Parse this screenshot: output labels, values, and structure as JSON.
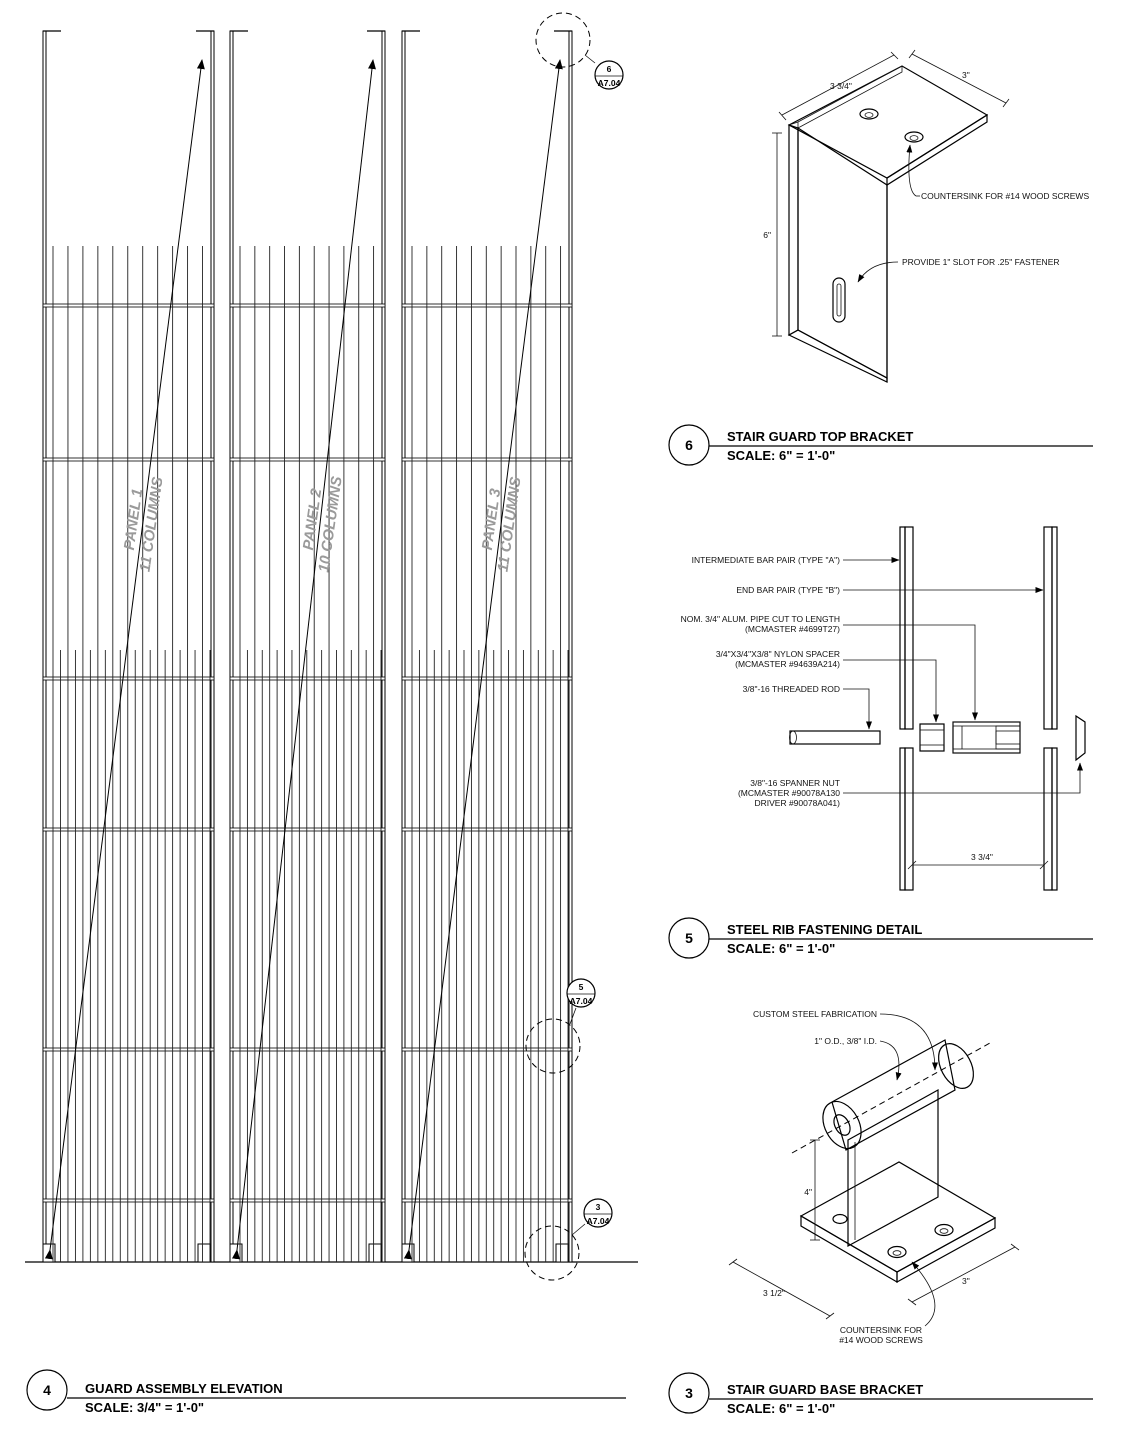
{
  "details": {
    "guard_assembly": {
      "number": "4",
      "title": "GUARD ASSEMBLY ELEVATION",
      "scale": "SCALE: 3/4\"   =   1'-0\"",
      "panels": [
        {
          "name": "PANEL 1",
          "columns": "11 COLUMNS"
        },
        {
          "name": "PANEL 2",
          "columns": "10 COLUMNS"
        },
        {
          "name": "PANEL 3",
          "columns": "11 COLUMNS"
        }
      ],
      "callouts": [
        {
          "number": "6",
          "sheet": "A7.04"
        },
        {
          "number": "5",
          "sheet": "A7.04"
        },
        {
          "number": "3",
          "sheet": "A7.04"
        }
      ]
    },
    "top_bracket": {
      "number": "6",
      "title": "STAIR GUARD TOP BRACKET",
      "scale": "SCALE: 6\"      =     1'-0\"",
      "dim_length": "3 3/4\"",
      "dim_width": "3\"",
      "dim_height": "6\"",
      "note_countersink": "COUNTERSINK FOR #14 WOOD SCREWS",
      "note_slot": "PROVIDE 1\" SLOT FOR .25\" FASTENER"
    },
    "rib_detail": {
      "number": "5",
      "title": "STEEL RIB FASTENING DETAIL",
      "scale": "SCALE: 6\"      =     1'-0\"",
      "label_intermediate": "INTERMEDIATE BAR PAIR (TYPE \"A\")",
      "label_end": "END BAR PAIR (TYPE \"B\")",
      "label_pipe_1": "NOM. 3/4\" ALUM. PIPE CUT TO LENGTH",
      "label_pipe_2": "(MCMASTER #4699T27)",
      "label_spacer_1": "3/4\"X3/4\"X3/8\" NYLON SPACER",
      "label_spacer_2": "(MCMASTER #94639A214)",
      "label_rod": "3/8\"-16 THREADED ROD",
      "label_nut_1": "3/8\"-16 SPANNER NUT",
      "label_nut_2": "(MCMASTER #90078A130",
      "label_nut_3": "DRIVER #90078A041)",
      "dim_spacing": "3 3/4\""
    },
    "base_bracket": {
      "number": "3",
      "title": "STAIR GUARD BASE BRACKET",
      "scale": "SCALE: 6\"      =     1'-0\"",
      "note_fabrication": "CUSTOM STEEL FABRICATION",
      "note_tube": "1\" O.D., 3/8\" I.D.",
      "dim_height": "4\"",
      "dim_length": "3 1/2\"",
      "dim_width": "3\"",
      "note_countersink_1": "COUNTERSINK FOR",
      "note_countersink_2": "#14 WOOD SCREWS"
    }
  }
}
